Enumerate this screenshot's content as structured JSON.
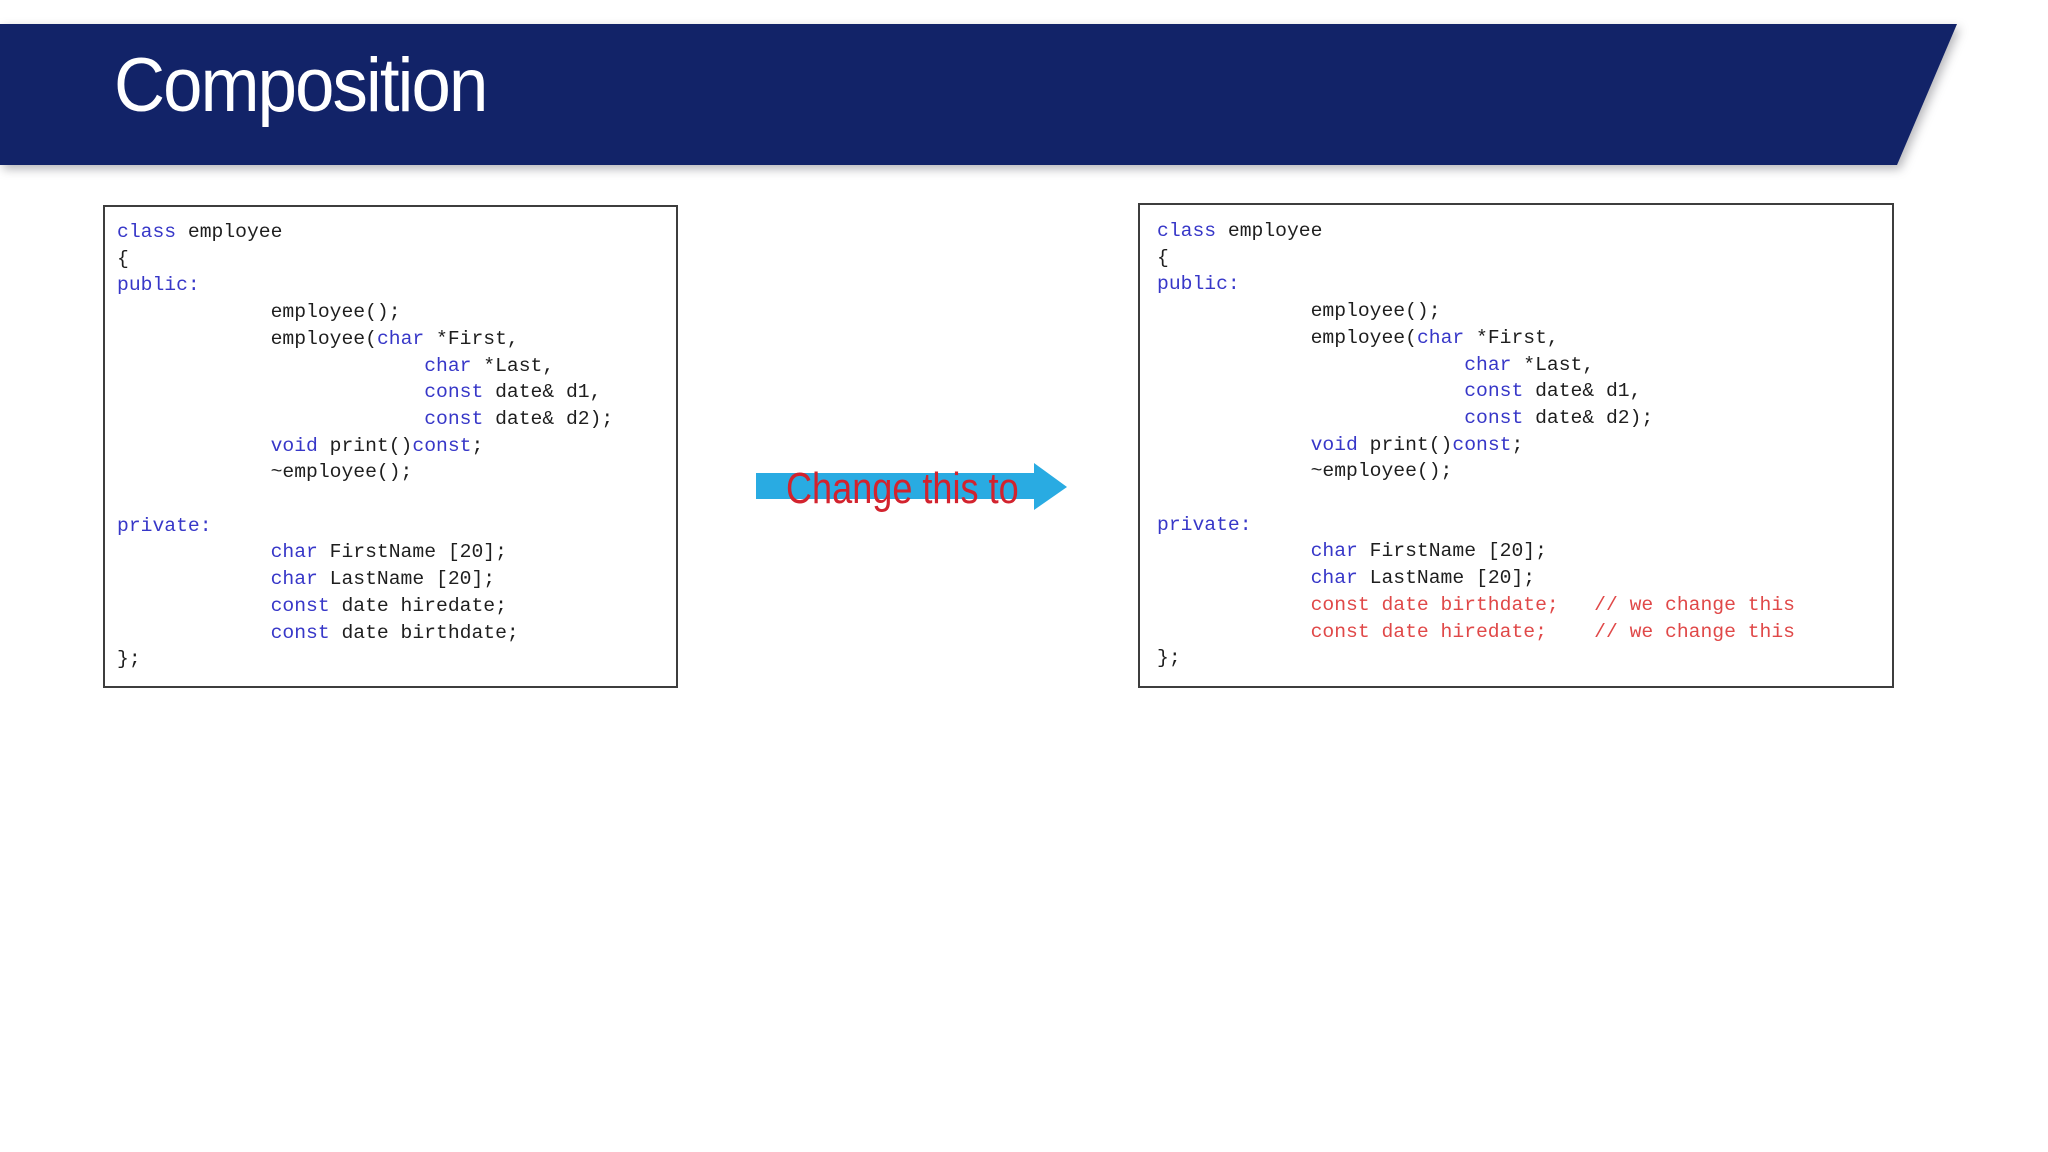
{
  "slide": {
    "title": "Composition",
    "arrow_label": "Change this to",
    "colors": {
      "banner_navy": "#122368",
      "keyword_blue": "#3737c8",
      "code_text_black": "#1e1e1e",
      "code_red": "#e04848",
      "arrow_cyan": "#29abe2",
      "arrow_label_red": "#d2232e",
      "box_border_gray": "#3d3d3d",
      "title_white": "#ffffff"
    }
  },
  "left_code_box": {
    "lines": [
      [
        [
          "k",
          "class"
        ],
        [
          "n",
          " employee"
        ]
      ],
      [
        [
          "n",
          "{"
        ]
      ],
      [
        [
          "k",
          "public:"
        ]
      ],
      [
        [
          "n",
          "\temployee();"
        ]
      ],
      [
        [
          "n",
          "\temployee("
        ],
        [
          "k",
          "char"
        ],
        [
          "n",
          " *First,"
        ]
      ],
      [
        [
          "n",
          "\t\t"
        ],
        [
          "k",
          "char"
        ],
        [
          "n",
          " *Last,"
        ]
      ],
      [
        [
          "n",
          "\t\t"
        ],
        [
          "k",
          "const"
        ],
        [
          "n",
          " date& d1,"
        ]
      ],
      [
        [
          "n",
          "\t\t"
        ],
        [
          "k",
          "const"
        ],
        [
          "n",
          " date& d2);"
        ]
      ],
      [
        [
          "n",
          "\t"
        ],
        [
          "k",
          "void"
        ],
        [
          "n",
          " print()"
        ],
        [
          "k",
          "const"
        ],
        [
          "n",
          ";"
        ]
      ],
      [
        [
          "n",
          "\t~employee();"
        ]
      ],
      [
        [
          "n",
          ""
        ]
      ],
      [
        [
          "k",
          "private:"
        ]
      ],
      [
        [
          "n",
          "\t"
        ],
        [
          "k",
          "char"
        ],
        [
          "n",
          " FirstName [20];"
        ]
      ],
      [
        [
          "n",
          "\t"
        ],
        [
          "k",
          "char"
        ],
        [
          "n",
          " LastName [20];"
        ]
      ],
      [
        [
          "n",
          "\t"
        ],
        [
          "k",
          "const"
        ],
        [
          "n",
          " date hiredate;"
        ]
      ],
      [
        [
          "n",
          "\t"
        ],
        [
          "k",
          "const"
        ],
        [
          "n",
          " date birthdate;"
        ]
      ],
      [
        [
          "n",
          "};"
        ]
      ]
    ]
  },
  "right_code_box": {
    "lines": [
      [
        [
          "k",
          "class"
        ],
        [
          "n",
          " employee"
        ]
      ],
      [
        [
          "n",
          "{"
        ]
      ],
      [
        [
          "k",
          "public:"
        ]
      ],
      [
        [
          "n",
          "\temployee();"
        ]
      ],
      [
        [
          "n",
          "\temployee("
        ],
        [
          "k",
          "char"
        ],
        [
          "n",
          " *First,"
        ]
      ],
      [
        [
          "n",
          "\t\t"
        ],
        [
          "k",
          "char"
        ],
        [
          "n",
          " *Last,"
        ]
      ],
      [
        [
          "n",
          "\t\t"
        ],
        [
          "k",
          "const"
        ],
        [
          "n",
          " date& d1,"
        ]
      ],
      [
        [
          "n",
          "\t\t"
        ],
        [
          "k",
          "const"
        ],
        [
          "n",
          " date& d2);"
        ]
      ],
      [
        [
          "n",
          "\t"
        ],
        [
          "k",
          "void"
        ],
        [
          "n",
          " print()"
        ],
        [
          "k",
          "const"
        ],
        [
          "n",
          ";"
        ]
      ],
      [
        [
          "n",
          "\t~employee();"
        ]
      ],
      [
        [
          "n",
          ""
        ]
      ],
      [
        [
          "k",
          "private:"
        ]
      ],
      [
        [
          "n",
          "\t"
        ],
        [
          "k",
          "char"
        ],
        [
          "n",
          " FirstName [20];"
        ]
      ],
      [
        [
          "n",
          "\t"
        ],
        [
          "k",
          "char"
        ],
        [
          "n",
          " LastName [20];"
        ]
      ],
      [
        [
          "r",
          "\tconst date birthdate;   // we change this"
        ]
      ],
      [
        [
          "r",
          "\tconst date hiredate;    // we change this"
        ]
      ],
      [
        [
          "n",
          "};"
        ]
      ]
    ]
  }
}
